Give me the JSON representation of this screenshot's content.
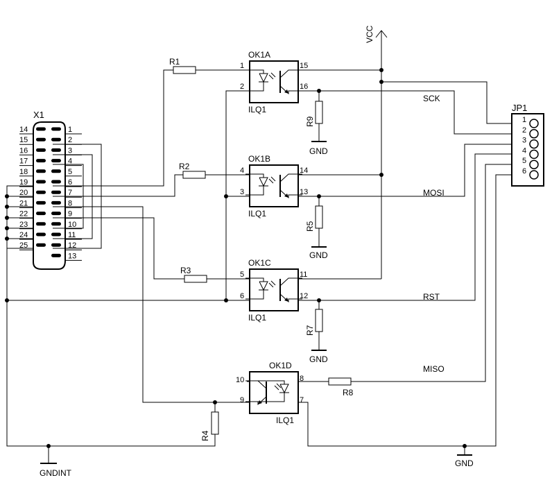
{
  "connector": {
    "name": "X1",
    "pins_left": [
      "14",
      "15",
      "16",
      "17",
      "18",
      "19",
      "20",
      "21",
      "22",
      "23",
      "24",
      "25"
    ],
    "pins_right": [
      "1",
      "2",
      "3",
      "4",
      "5",
      "6",
      "7",
      "8",
      "9",
      "10",
      "11",
      "12",
      "13"
    ]
  },
  "resistors": {
    "r1": "R1",
    "r2": "R2",
    "r3": "R3",
    "r4": "R4",
    "r5": "R5",
    "r7": "R7",
    "r8": "R8",
    "r9": "R9"
  },
  "optos": {
    "a": {
      "name": "OK1A",
      "part": "ILQ1",
      "pins": [
        "1",
        "2",
        "15",
        "16"
      ]
    },
    "b": {
      "name": "OK1B",
      "part": "ILQ1",
      "pins": [
        "4",
        "3",
        "14",
        "13"
      ]
    },
    "c": {
      "name": "OK1C",
      "part": "ILQ1",
      "pins": [
        "5",
        "6",
        "11",
        "12"
      ]
    },
    "d": {
      "name": "OK1D",
      "part": "ILQ1",
      "pins": [
        "10",
        "9",
        "8",
        "7"
      ]
    }
  },
  "header": {
    "name": "JP1",
    "pins": [
      "1",
      "2",
      "3",
      "4",
      "5",
      "6"
    ]
  },
  "nets": {
    "vcc": "VCC",
    "sck": "SCK",
    "mosi": "MOSI",
    "rst": "RST",
    "miso": "MISO",
    "gnd": "GND",
    "gndint": "GNDINT"
  }
}
